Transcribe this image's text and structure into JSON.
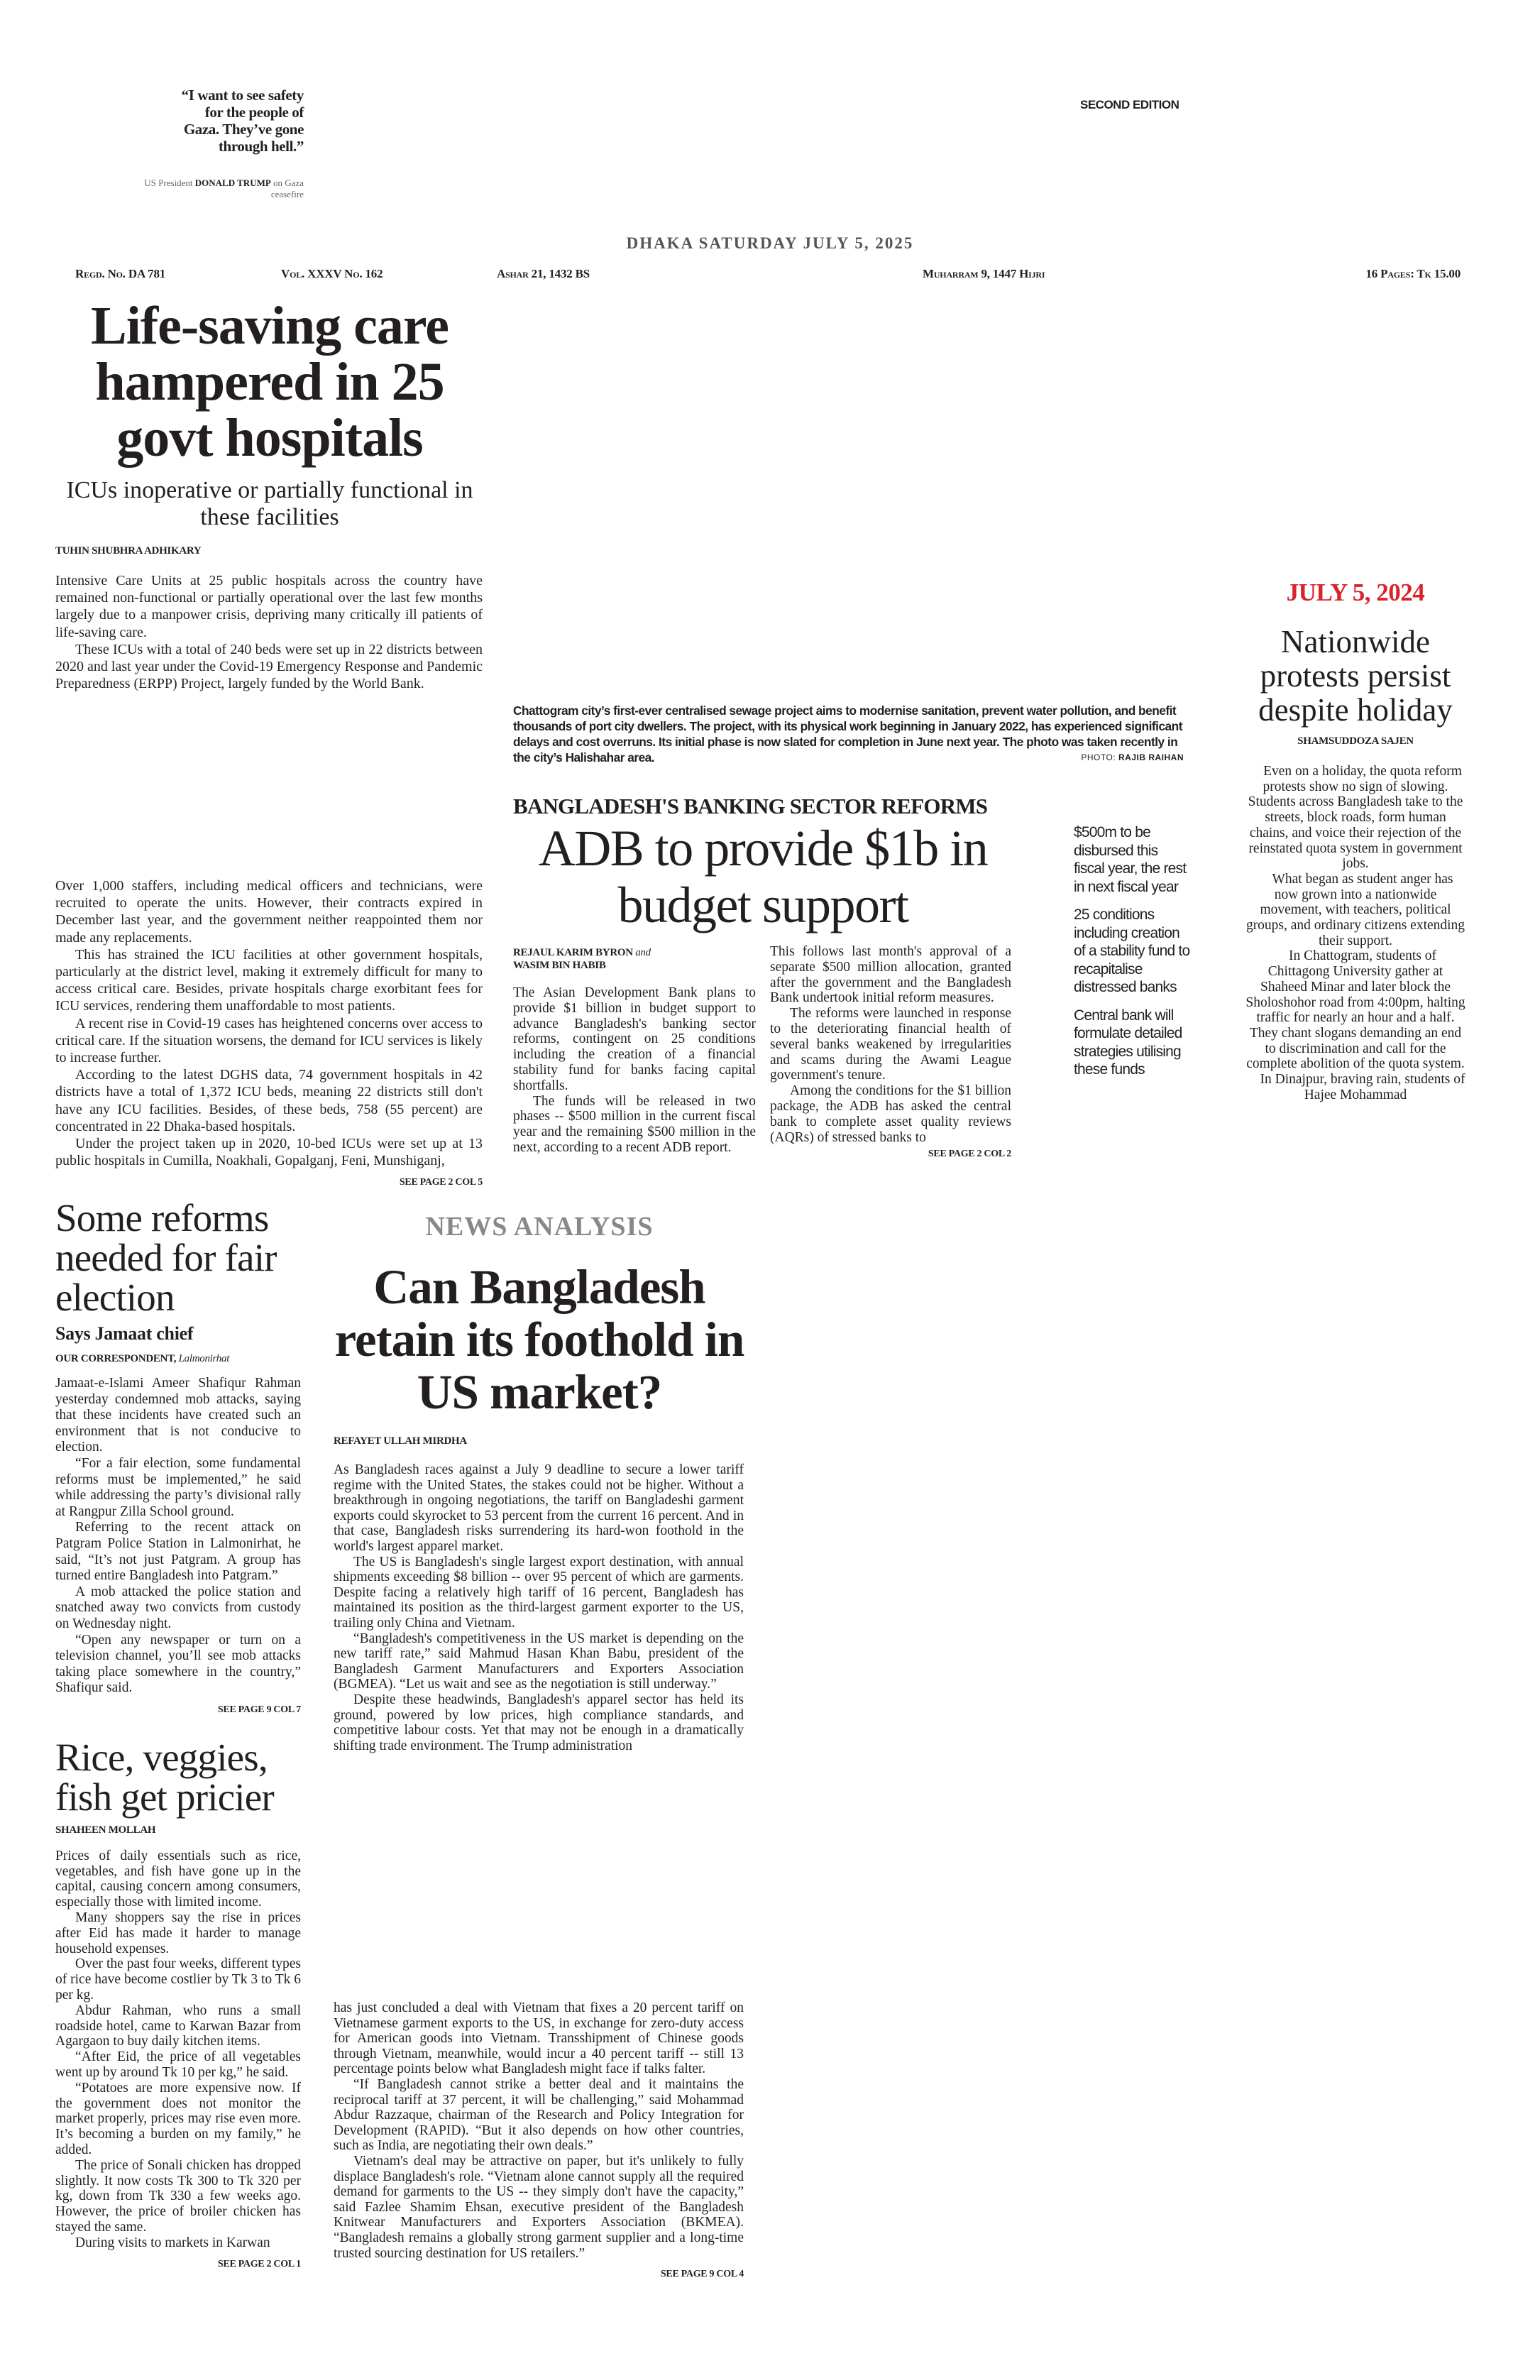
{
  "masthead": {
    "quote": "“I want to see safety for the people of Gaza. They’ve gone through hell.”",
    "quote_attr_prefix": "US President",
    "quote_attr_name": "DONALD TRUMP",
    "quote_attr_suffix": "on Gaza ceasefire",
    "edition": "SECOND EDITION",
    "dateline": "DHAKA SATURDAY JULY 5, 2025",
    "regd": "Regd. No. DA 781",
    "vol": "Vol. XXXV No. 162",
    "bangla_date": "Ashar 21, 1432 BS",
    "hijri_date": "Muharram 9, 1447 Hijri",
    "pages_price": "16 Pages: Tk 15.00"
  },
  "lead": {
    "headline": "Life-saving care hampered in 25 govt hospitals",
    "subhead": "ICUs inoperative or partially functional in these facilities",
    "byline": "TUHIN SHUBHRA ADHIKARY",
    "paras_top": [
      "Intensive Care Units at 25 public hospitals across the country have remained non-functional or partially operational over the last few months largely due to a manpower crisis, depriving many critically ill patients of life-saving care.",
      "These ICUs with a total of 240 beds were set up in 22 districts between 2020 and last year under the Covid-19 Emergency Response and Pandemic Preparedness (ERPP) Project, largely funded by the World Bank."
    ],
    "paras_bottom": [
      "Over 1,000 staffers, including medical officers and technicians, were recruited to operate the units. However, their contracts expired in December last year, and the government neither reappointed them nor made any replacements.",
      "This has strained the ICU facilities at other government hospitals, particularly at the district level, making it extremely difficult for many to access critical care. Besides, private hospitals charge exorbitant fees for ICU services, rendering them unaffordable to most patients.",
      "A recent rise in Covid-19 cases has heightened concerns over access to critical care. If the situation worsens, the demand for ICU services is likely to increase further.",
      "According to the latest DGHS data, 74 government hospitals in 42 districts have a total of 1,372 ICU beds, meaning 22 districts still don't have any ICU facilities. Besides, of these beds, 758 (55 percent) are concentrated in 22 Dhaka-based hospitals.",
      "Under the project taken up in 2020, 10-bed ICUs were set up at 13 public hospitals in Cumilla, Noakhali, Gopalganj, Feni, Munshiganj,"
    ],
    "see_page": "SEE PAGE 2 COL 5"
  },
  "photo": {
    "caption": "Chattogram city’s first-ever centralised sewage project aims to modernise sanitation, prevent water pollution, and benefit thousands of port city dwellers. The project, with its physical work beginning in January 2022, has experienced significant delays and cost overruns. Its initial phase is now slated for completion in June next year. The photo was taken recently in the city’s Halishahar area.",
    "credit_label": "PHOTO:",
    "credit_name": "RAJIB RAIHAN"
  },
  "adb": {
    "kicker": "BANGLADESH'S BANKING SECTOR REFORMS",
    "headline": "ADB to provide $1b in budget support",
    "byline_1": "REJAUL KARIM BYRON",
    "byline_and": "and",
    "byline_2": "WASIM BIN HABIB",
    "col1": [
      "The Asian Development Bank plans to provide $1 billion in budget support to advance Bangladesh's banking sector reforms, contingent on 25 conditions including the creation of a financial stability fund for banks facing capital shortfalls.",
      "The funds will be released in two phases -- $500 million in the current fiscal year and the remaining $500 million in the next, according to a recent ADB report."
    ],
    "col2": [
      "This follows last month's approval of a separate $500 million allocation, granted after the government and the Bangladesh Bank undertook initial reform measures.",
      "The reforms were launched in response to the deteriorating financial health of several banks weakened by irregularities and scams during the Awami League government's tenure.",
      "Among the conditions for the $1 billion package, the ADB has asked the central bank to complete asset quality reviews (AQRs) of stressed banks to"
    ],
    "see_page": "SEE PAGE 2 COL 2",
    "highlights": [
      "$500m to be disbursed this fiscal year, the rest in next fiscal year",
      "25 conditions including creation of a stability fund to recapitalise distressed banks",
      "Central bank will formulate detailed strategies utilising these funds"
    ]
  },
  "anniversary": {
    "date": "JULY 5, 2024",
    "accent_color": "#d9232d",
    "headline": "Nationwide protests persist despite holiday",
    "byline": "SHAMSUDDOZA SAJEN",
    "paras": [
      "Even on a holiday, the quota reform protests show no sign of slowing. Students across Bangladesh take to the streets, block roads, form human chains, and voice their rejection of the reinstated quota system in government jobs.",
      "What began as student anger has now grown into a nationwide movement, with teachers, political groups, and ordinary citizens extending their support.",
      "In Chattogram, students of Chittagong University gather at Shaheed Minar and later block the Sholoshohor road from 4:00pm, halting traffic for nearly an hour and a half. They chant slogans demanding an end to discrimination and call for the complete abolition of the quota system.",
      "In Dinajpur, braving rain, students of Hajee Mohammad"
    ]
  },
  "jamaat": {
    "headline": "Some reforms needed for fair election",
    "subhead": "Says Jamaat chief",
    "byline": "OUR CORRESPONDENT,",
    "dateline": "Lalmonirhat",
    "paras": [
      "Jamaat-e-Islami Ameer Shafiqur Rahman yesterday condemned mob attacks, saying that these incidents have created such an environment that is not conducive to election.",
      "“For a fair election, some fundamental reforms must be implemented,” he said while addressing the party’s divisional rally at Rangpur Zilla School ground.",
      "Referring to the recent attack on Patgram Police Station in Lalmonirhat, he said, “It’s not just Patgram. A group has turned entire Bangladesh into Patgram.”",
      "A mob attacked the police station and snatched away two convicts from custody on Wednesday night.",
      "“Open any newspaper or turn on a television channel, you’ll see mob attacks taking place somewhere in the country,” Shafiqur said."
    ],
    "see_page": "SEE PAGE 9 COL 7"
  },
  "prices": {
    "headline": "Rice, veggies, fish get pricier",
    "byline": "SHAHEEN MOLLAH",
    "paras": [
      "Prices of daily essentials such as rice, vegetables, and fish have gone up in the capital, causing concern among consumers, especially those with limited income.",
      "Many shoppers say the rise in prices after Eid has made it harder to manage household expenses.",
      "Over the past four weeks, different types of rice have become costlier by Tk 3 to Tk 6 per kg.",
      "Abdur Rahman, who runs a small roadside hotel, came to Karwan Bazar from Agargaon to buy daily kitchen items.",
      "“After Eid, the price of all vegetables went up by around Tk 10 per kg,” he said.",
      "“Potatoes are more expensive now. If the government does not monitor the market properly, prices may rise even more. It’s becoming a burden on my family,” he added.",
      "The price of Sonali chicken has dropped slightly. It now costs Tk 300 to Tk 320 per kg, down from Tk 330 a few weeks ago. However, the price of broiler chicken has stayed the same.",
      "During visits to markets in Karwan"
    ],
    "see_page": "SEE PAGE 2 COL 1"
  },
  "analysis": {
    "kicker": "NEWS ANALYSIS",
    "headline": "Can Bangladesh retain its foothold in US market?",
    "byline": "REFAYET ULLAH MIRDHA",
    "paras_top": [
      "As Bangladesh races against a July 9 deadline to secure a lower tariff regime with the United States, the stakes could not be higher. Without a breakthrough in ongoing negotiations, the tariff on Bangladeshi garment exports could skyrocket to 53 percent from the current 16 percent. And in that case, Bangladesh risks surrendering its hard-won foothold in the world's largest apparel market.",
      "The US is Bangladesh's single largest export destination, with annual shipments exceeding $8 billion -- over 95 percent of which are garments. Despite facing a relatively high tariff of 16 percent, Bangladesh has maintained its position as the third-largest garment exporter to the US, trailing only China and Vietnam.",
      "“Bangladesh's competitiveness in the US market is depending on the new tariff rate,” said Mahmud Hasan Khan Babu, president of the Bangladesh Garment Manufacturers and Exporters Association (BGMEA). “Let us wait and see as the negotiation is still underway.”",
      "Despite these headwinds, Bangladesh's apparel sector has held its ground, powered by low prices, high compliance standards, and competitive labour costs. Yet that may not be enough in a dramatically shifting trade environment. The Trump administration"
    ],
    "paras_bottom": [
      "has just concluded a deal with Vietnam that fixes a 20 percent tariff on Vietnamese garment exports to the US, in exchange for zero-duty access for American goods into Vietnam. Transshipment of Chinese goods through Vietnam, meanwhile, would incur a 40 percent tariff -- still 13 percentage points below what Bangladesh might face if talks falter.",
      "“If Bangladesh cannot strike a better deal and it maintains the reciprocal tariff at 37 percent, it will be challenging,” said Mohammad Abdur Razzaque, chairman of the Research and Policy Integration for Development (RAPID). “But it also depends on how other countries, such as India, are negotiating their own deals.”",
      "Vietnam's deal may be attractive on paper, but it's unlikely to fully displace Bangladesh's role. “Vietnam alone cannot supply all the required demand for garments to the US -- they simply don't have the capacity,” said Fazlee Shamim Ehsan, executive president of the Bangladesh Knitwear Manufacturers and Exporters Association (BKMEA). “Bangladesh remains a globally strong garment supplier and a long-time trusted sourcing destination for US retailers.”"
    ],
    "see_page": "SEE PAGE 9 COL 4"
  }
}
